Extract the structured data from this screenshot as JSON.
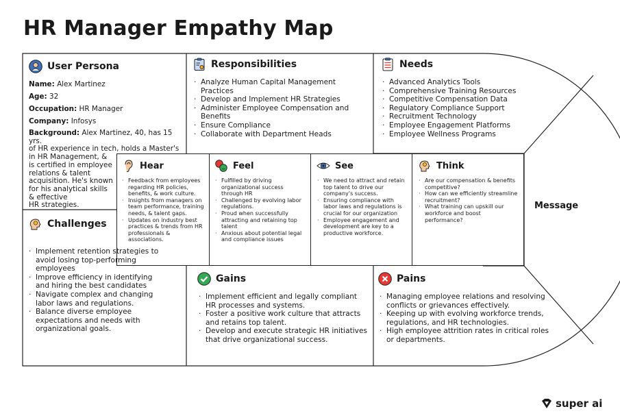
{
  "title": "HR Manager Empathy Map",
  "persona": {
    "heading": "User Persona",
    "name_label": "Name:",
    "name": "Alex Martinez",
    "age_label": "Age:",
    "age": "32",
    "occupation_label": "Occupation:",
    "occupation": "HR Manager",
    "company_label": "Company:",
    "company": "Infosys",
    "background_label": "Background:",
    "background_lines": [
      "Alex Martinez, 40, has 15 yrs.",
      "of HR experience in tech, holds a Master's",
      "in HR Management, &",
      "is certified in employee",
      "relations & talent",
      "acquisition. He's known",
      "for his analytical skills",
      "& effective",
      "HR strategies."
    ]
  },
  "responsibilities": {
    "heading": "Responsibilities",
    "items": [
      "Analyze Human Capital Management Practices",
      "Develop and Implement HR Strategies",
      "Administer Employee Compensation and Benefits",
      "Ensure Compliance",
      "Collaborate with Department Heads"
    ]
  },
  "needs": {
    "heading": "Needs",
    "items": [
      "Advanced Analytics Tools",
      "Comprehensive Training Resources",
      "Competitive Compensation Data",
      "Regulatory Compliance Support",
      "Recruitment Technology",
      "Employee Engagement Platforms",
      "Employee Wellness Programs"
    ]
  },
  "hear": {
    "heading": "Hear",
    "items": [
      "Feedback from employees regarding HR policies, benefits, & work culture.",
      "Insights from managers on team performance, training needs, & talent gaps.",
      "Updates on industry best practices & trends from HR professionals & associations."
    ]
  },
  "feel": {
    "heading": "Feel",
    "items": [
      "Fulfilled by driving organizational success through HR",
      "Challenged by evolving labor regulations.",
      "Proud when successfully attracting and retaining top talent",
      "Anxious about potential legal and compliance issues"
    ]
  },
  "see": {
    "heading": "See",
    "items": [
      "We need to attract and retain top talent to drive our company's success.",
      "Ensuring compliance with labor laws and regulations is crucial for our organization",
      "Employee engagement and development are key to a productive workforce."
    ]
  },
  "think": {
    "heading": "Think",
    "items": [
      "Are our compensation & benefits competitive?",
      "How can we efficiently streamline recruitment?",
      "What training can upskill our workforce and boost performance?"
    ]
  },
  "challenges": {
    "heading": "Challenges",
    "items": [
      "Implement retention strategies to avoid losing top-performing employees",
      "Improve efficiency in identifying and hiring the best candidates",
      "Navigate complex and changing labor laws and regulations.",
      "Balance diverse employee expectations and needs with organizational goals."
    ]
  },
  "gains": {
    "heading": "Gains",
    "items": [
      "Implement efficient and legally compliant HR processes and systems.",
      "Foster a positive work culture that attracts and retains top talent.",
      "Develop and execute strategic HR initiatives that drive organizational success."
    ]
  },
  "pains": {
    "heading": "Pains",
    "items": [
      "Managing employee relations and resolving conflicts or grievances effectively.",
      "Keeping up with evolving workforce trends, regulations, and HR technologies.",
      "High employee attrition rates in critical roles or departments."
    ]
  },
  "message": "Message",
  "brand": "super ai",
  "colors": {
    "gains_icon": "#34a853",
    "pains_icon": "#e53935",
    "persona_icon": "#3f6fb5"
  }
}
